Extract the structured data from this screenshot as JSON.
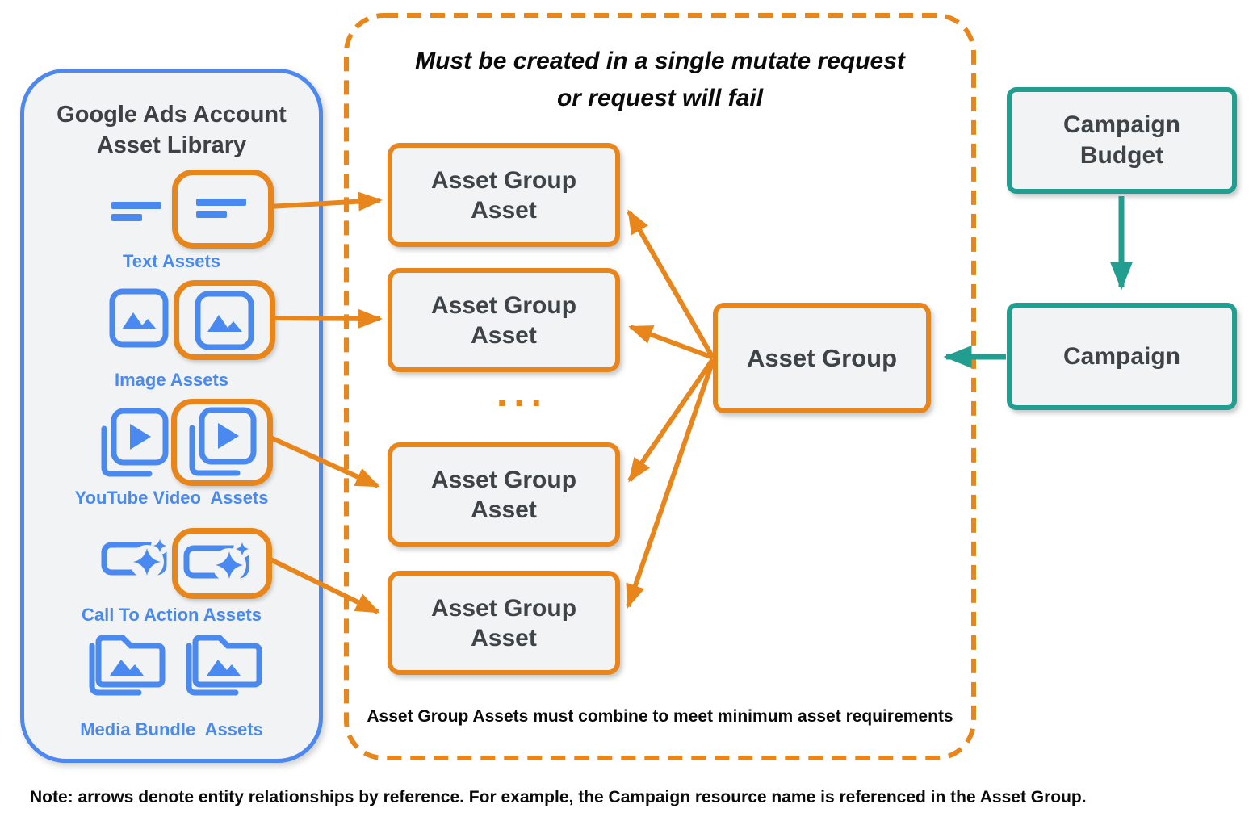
{
  "asset_library": {
    "title_line1": "Google Ads Account",
    "title_line2": "Asset Library",
    "items": [
      {
        "label": "Text Assets"
      },
      {
        "label": "Image Assets"
      },
      {
        "label": "YouTube Video  Assets"
      },
      {
        "label": "Call To Action Assets"
      },
      {
        "label": "Media Bundle  Assets"
      }
    ]
  },
  "mutate_box": {
    "title_line1": "Must be created in a single mutate request",
    "title_line2": "or request will fail",
    "asset_group_assets": [
      "Asset Group Asset",
      "Asset Group Asset",
      "Asset Group Asset",
      "Asset Group Asset"
    ],
    "ellipsis": "...",
    "footer": "Asset Group Assets must combine to meet minimum asset requirements",
    "asset_group": "Asset Group"
  },
  "campaign_flow": {
    "campaign_budget": "Campaign Budget",
    "campaign": "Campaign"
  },
  "note": "Note: arrows denote entity relationships by reference. For example, the Campaign resource name is referenced in the Asset Group.",
  "colors": {
    "orange": "#E8861C",
    "blue_border": "#4D87F0",
    "blue_icon": "#4A89F0",
    "teal": "#219E8F",
    "panel_fill": "#F1F3F4",
    "dark_text": "#3E4347"
  }
}
